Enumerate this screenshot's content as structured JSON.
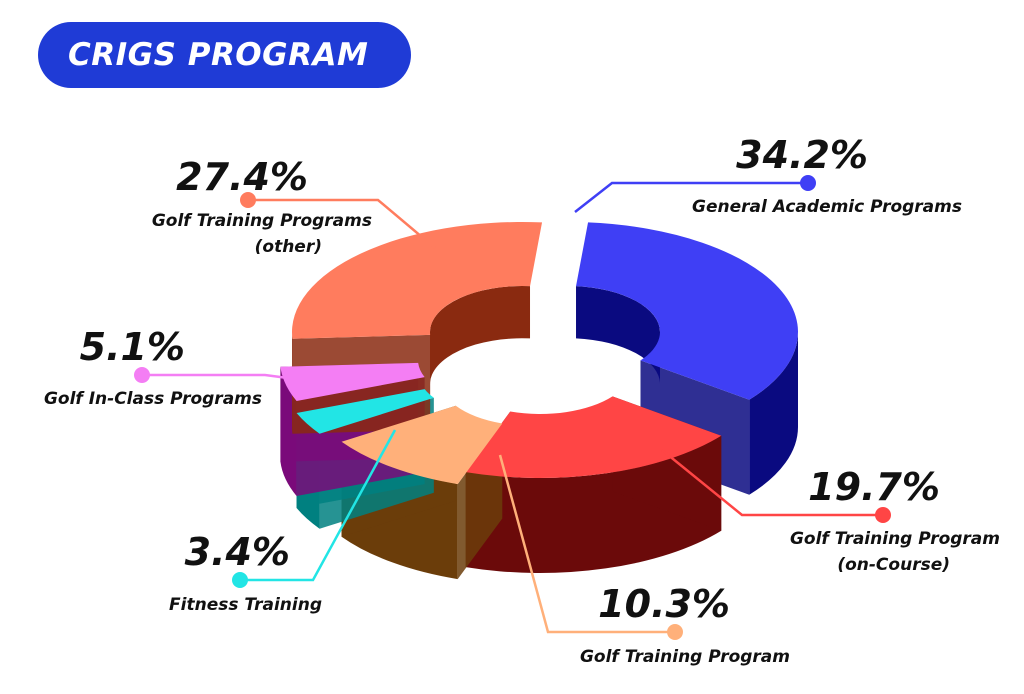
{
  "title": "CRIGS PROGRAM",
  "chart_data": {
    "type": "pie",
    "title": "CRIGS PROGRAM",
    "slices": [
      {
        "name": "General Academic Programs",
        "value": 34.2,
        "value_label": "34.2%",
        "label_lines": [
          "General Academic Programs"
        ],
        "color": "#3f3ff5",
        "side": "#0a0a80"
      },
      {
        "name": "Golf Training Program (on-Course)",
        "value": 19.7,
        "value_label": "19.7%",
        "label_lines": [
          "Golf Training Program",
          "(on-Course)"
        ],
        "color": "#ff4545",
        "side": "#6b0a0a"
      },
      {
        "name": "Golf Training Program",
        "value": 10.3,
        "value_label": "10.3%",
        "label_lines": [
          "Golf Training Program"
        ],
        "color": "#ffb07a",
        "side": "#6b3d0a"
      },
      {
        "name": "Fitness Training",
        "value": 3.4,
        "value_label": "3.4%",
        "label_lines": [
          "Fitness Training"
        ],
        "color": "#22e5e5",
        "side": "#008080"
      },
      {
        "name": "Golf In-Class Programs",
        "value": 5.1,
        "value_label": "5.1%",
        "label_lines": [
          "Golf In-Class Programs"
        ],
        "color": "#f47ef4",
        "side": "#7a0a7a"
      },
      {
        "name": "Golf Training Programs (other)",
        "value": 27.4,
        "value_label": "27.4%",
        "label_lines": [
          "Golf Training Programs",
          "(other)"
        ],
        "color": "#ff7c5e",
        "side": "#8a2a10"
      }
    ]
  }
}
